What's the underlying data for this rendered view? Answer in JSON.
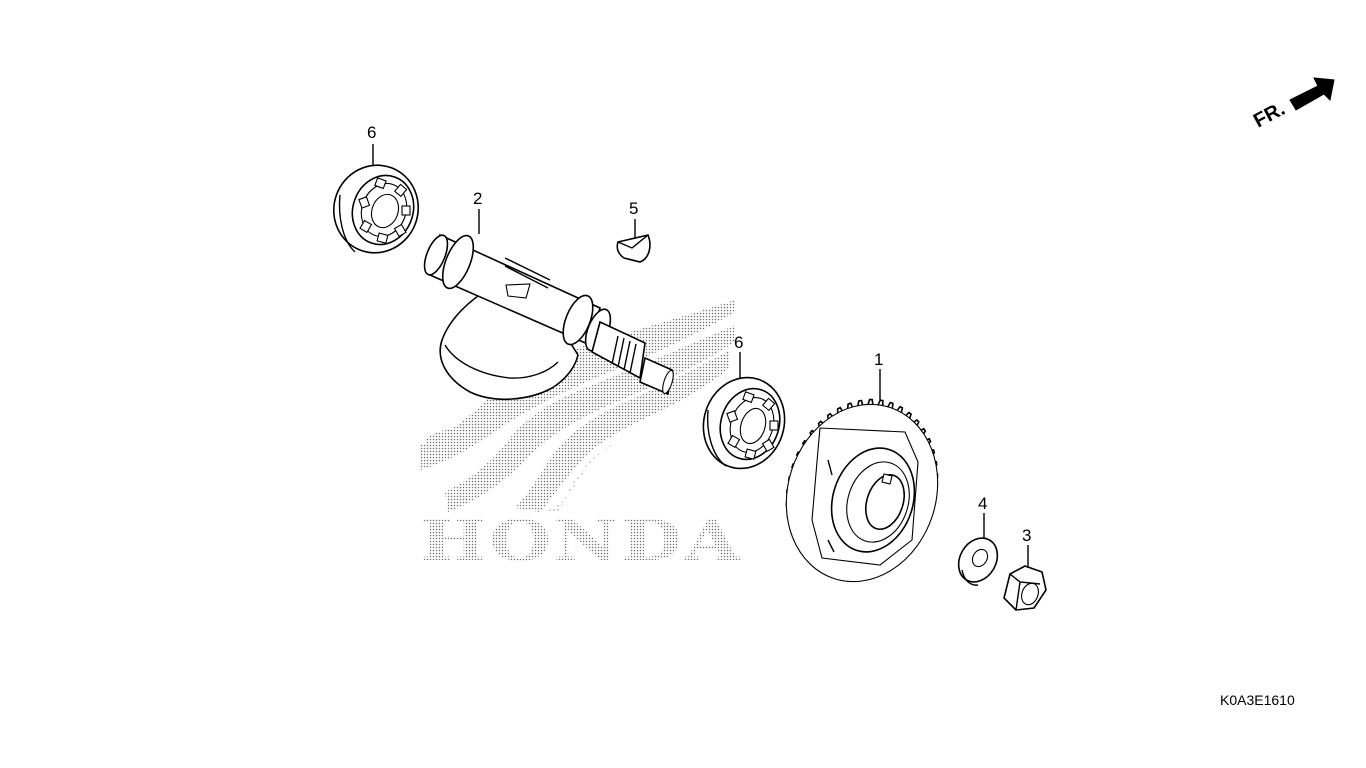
{
  "diagram": {
    "watermark_brand": "HONDA",
    "direction_label": "FR.",
    "diagram_code": "K0A3E1610",
    "callouts": [
      {
        "id": "cal-6a",
        "label": "6"
      },
      {
        "id": "cal-2",
        "label": "2"
      },
      {
        "id": "cal-5",
        "label": "5"
      },
      {
        "id": "cal-6b",
        "label": "6"
      },
      {
        "id": "cal-1",
        "label": "1"
      },
      {
        "id": "cal-4",
        "label": "4"
      },
      {
        "id": "cal-3",
        "label": "3"
      }
    ]
  },
  "colors": {
    "line": "#000000",
    "background": "#ffffff",
    "watermark_dots": "#6f6f6f"
  }
}
